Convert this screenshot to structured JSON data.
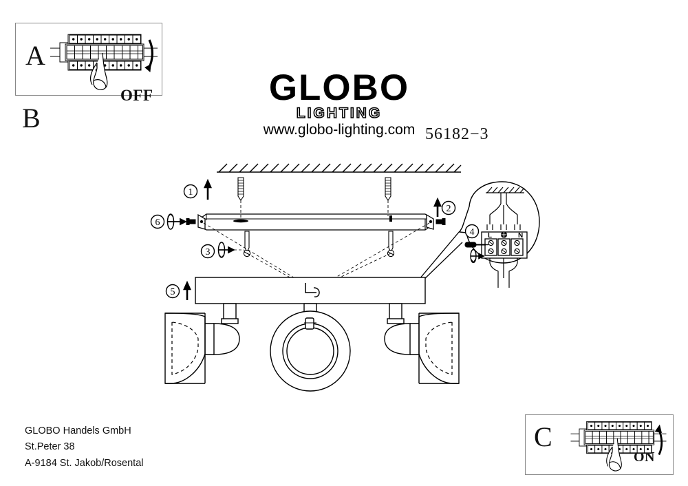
{
  "document": {
    "type": "assembly-instruction-sheet",
    "model_number": "56182−3"
  },
  "brand": {
    "name": "GLOBO",
    "tagline": "LIGHTING",
    "website": "www.globo-lighting.com"
  },
  "panels": {
    "a": {
      "letter": "A",
      "switch_label": "OFF",
      "icon": "circuit-breaker-panel",
      "hand": "pointing-hand"
    },
    "b": {
      "letter": "B"
    },
    "c": {
      "letter": "C",
      "switch_label": "ON",
      "icon": "circuit-breaker-panel",
      "hand": "pointing-hand"
    }
  },
  "steps": [
    {
      "number": "1",
      "marker": "①",
      "action": "lift",
      "arrow": "up"
    },
    {
      "number": "2",
      "marker": "②",
      "action": "lift",
      "arrow": "up"
    },
    {
      "number": "3",
      "marker": "③",
      "action": "tighten-screw",
      "arrow": "rotate-right"
    },
    {
      "number": "4",
      "marker": "④",
      "action": "tighten-terminal-screw",
      "arrow": "rotate-right"
    },
    {
      "number": "5",
      "marker": "⑤",
      "action": "lift-fixture",
      "arrow": "up"
    },
    {
      "number": "6",
      "marker": "⑥",
      "action": "tighten-screw",
      "arrow": "rotate-right"
    }
  ],
  "terminal_block": {
    "labels": [
      "L",
      "⊕",
      "N"
    ],
    "live_label": "L",
    "earth_label": "⊕",
    "neutral_label": "N",
    "wire_count": 3
  },
  "fixture": {
    "type": "3-spot ceiling light",
    "spot_count": 3,
    "spots": [
      {
        "position": "left",
        "view": "side-profile"
      },
      {
        "position": "center",
        "view": "front-on"
      },
      {
        "position": "right",
        "view": "side-profile"
      }
    ]
  },
  "hardware": {
    "ceiling": "hatched-ceiling",
    "wall_plugs": 2,
    "screws": 2,
    "bracket": "mounting-bar"
  },
  "company": {
    "name": "GLOBO Handels GmbH",
    "street": "St.Peter 38",
    "city": "A-9184 St. Jakob/Rosental"
  },
  "colors": {
    "line": "#000000",
    "panel_border": "#888888",
    "background": "#ffffff"
  }
}
